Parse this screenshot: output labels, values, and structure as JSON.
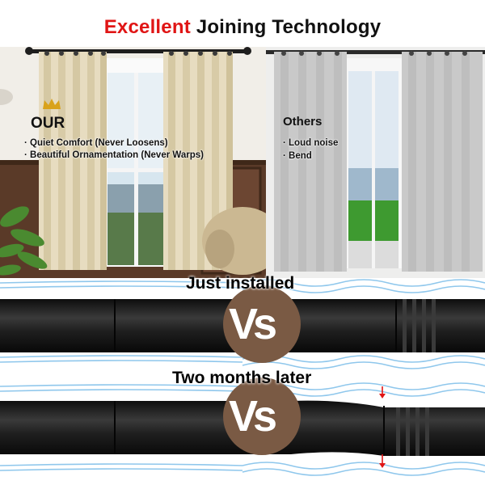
{
  "headline": {
    "accent": "Excellent",
    "rest": " Joining Technology"
  },
  "left_panel": {
    "title": "OUR",
    "bullets": [
      "Quiet Comfort (Never Loosens)",
      "Beautiful Ornamentation (Never Warps)"
    ]
  },
  "right_panel": {
    "title": "Others",
    "bullets": [
      "Loud noise",
      "Bend"
    ]
  },
  "comparison": {
    "row1_label": "Just installed",
    "row2_label": "Two months later",
    "vs_text": "Vs"
  },
  "colors": {
    "accent_red": "#e01515",
    "vs_badge_brown": "#7a5a44",
    "rod_black": "#1b1b1b",
    "wave_blue": "#8fc7ec",
    "warp_arrow_red": "#e01515",
    "crown_gold": "#d9a21b"
  },
  "icons": [
    "crown-icon",
    "vs-badge",
    "warp-arrow-icon"
  ]
}
